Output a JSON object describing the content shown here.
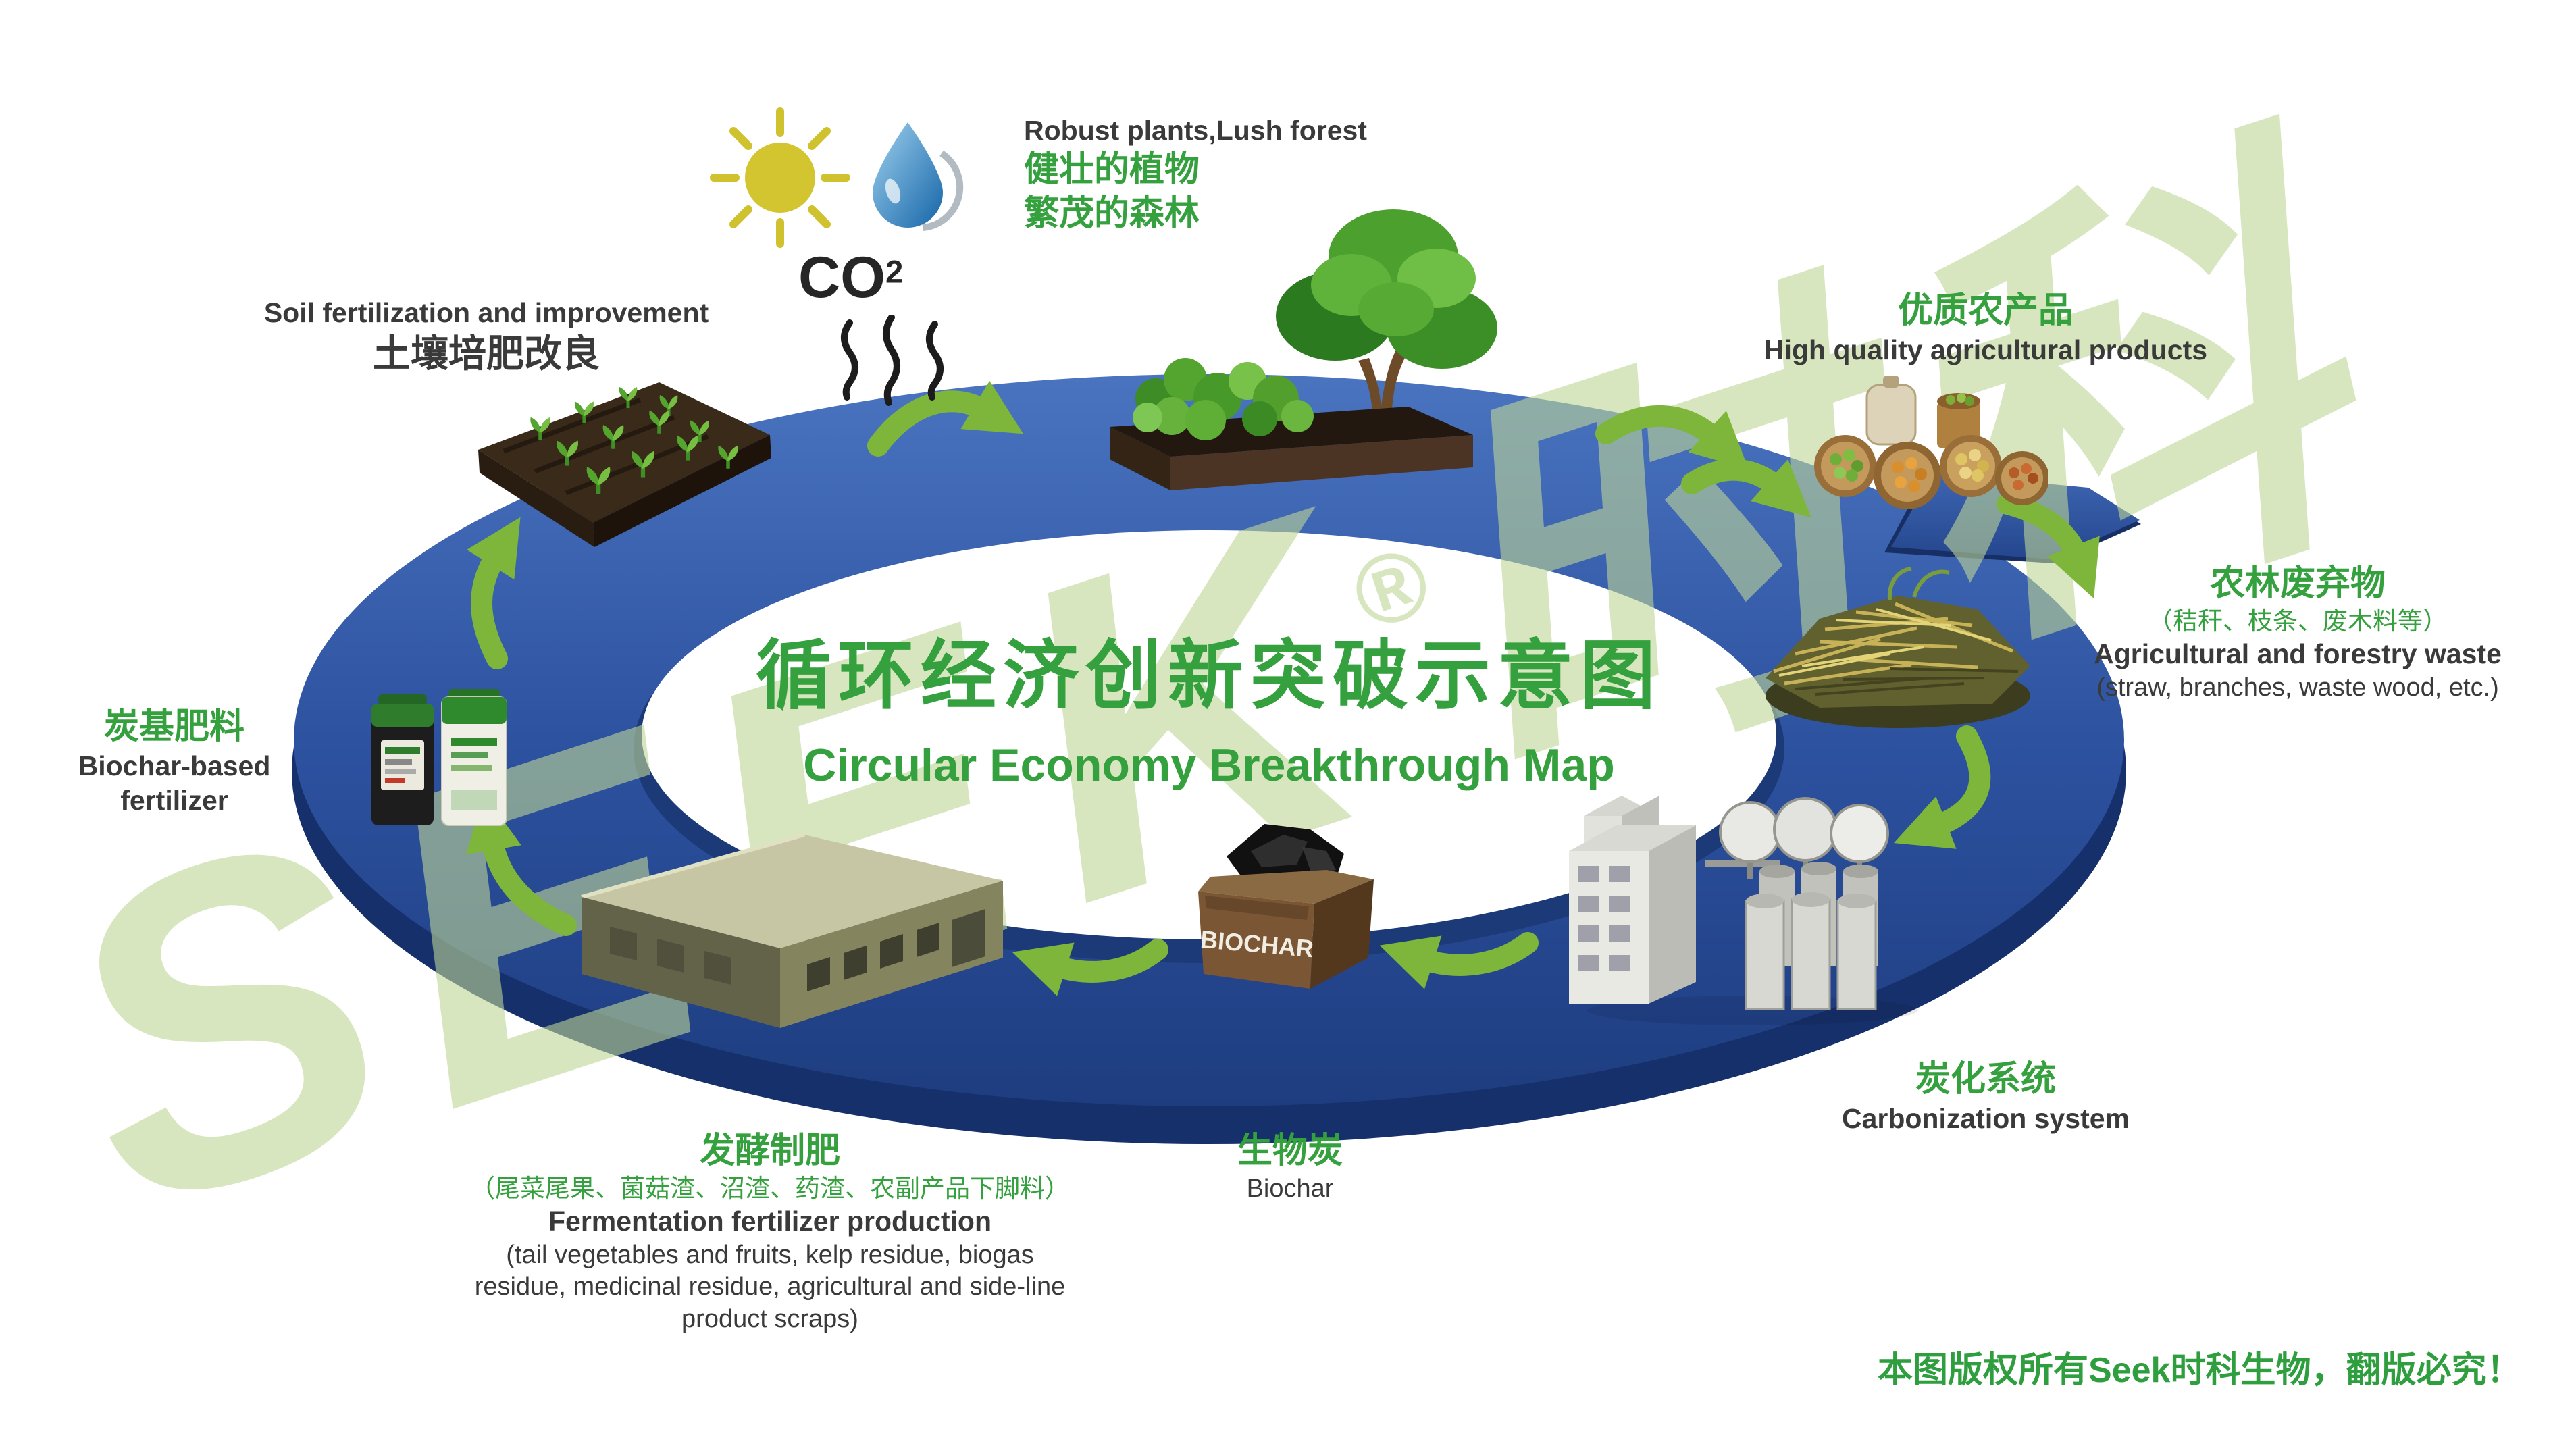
{
  "title": {
    "zh": "循环经济创新突破示意图",
    "en": "Circular Economy Breakthrough Map"
  },
  "watermark": {
    "brand": "SEEK",
    "registered": "®",
    "brand_cn": "时科"
  },
  "co2": {
    "text": "CO",
    "subscript": "2"
  },
  "stages": {
    "soil": {
      "label_en": "Soil fertilization and improvement",
      "label_zh": "土壤培肥改良"
    },
    "plants": {
      "label_en": "Robust plants,Lush forest",
      "label_zh_1": "健壮的植物",
      "label_zh_2": "繁茂的森林"
    },
    "products": {
      "label_zh": "优质农产品",
      "label_en": "High quality agricultural products"
    },
    "waste": {
      "label_zh": "农林废弃物",
      "detail_zh": "（秸秆、枝条、废木料等）",
      "label_en": "Agricultural and forestry waste",
      "detail_en": "(straw, branches, waste wood, etc.)"
    },
    "carbonization": {
      "label_zh": "炭化系统",
      "label_en": "Carbonization system"
    },
    "biochar": {
      "label_zh": "生物炭",
      "label_en": "Biochar",
      "box_label": "BIOCHAR"
    },
    "fermentation": {
      "label_zh": "发酵制肥",
      "detail_zh": "（尾菜尾果、菌菇渣、沼渣、药渣、农副产品下脚料）",
      "label_en": "Fermentation fertilizer production",
      "detail_en": "(tail vegetables and fruits, kelp residue, biogas residue, medicinal residue, agricultural and side-line product scraps)"
    },
    "fertilizer": {
      "label_zh": "炭基肥料",
      "label_en": "Biochar-based fertilizer"
    }
  },
  "copyright": {
    "text": "本图版权所有Seek时科生物，翻版必究！"
  },
  "icons": {
    "sun": "sun-icon",
    "water_drop": "water-drop-icon",
    "co2_flux": "co2-squiggles-icon"
  },
  "colors": {
    "ring_blue": "#2d52a0",
    "ring_blue_dark": "#16306b",
    "text_green": "#35a03e",
    "arrow_green": "#7db63a",
    "dark_text": "#3a3a3a",
    "watermark_green": "#dde9cb",
    "copyright_green": "#2e9e3e"
  }
}
